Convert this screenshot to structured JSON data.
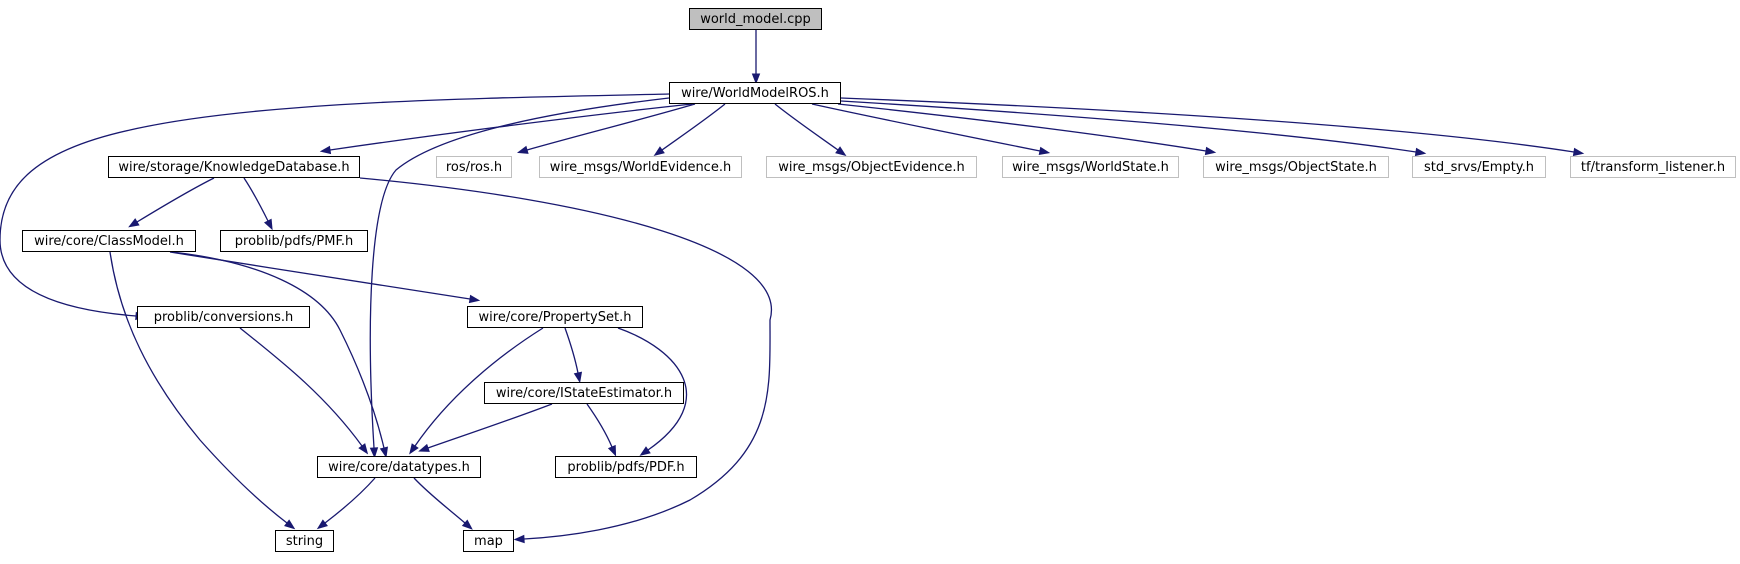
{
  "diagram": {
    "nodes": [
      {
        "id": "world_model",
        "label": "world_model.cpp",
        "kind": "root"
      },
      {
        "id": "worldmodelros",
        "label": "wire/WorldModelROS.h",
        "kind": "solid"
      },
      {
        "id": "kdb",
        "label": "wire/storage/KnowledgeDatabase.h",
        "kind": "solid"
      },
      {
        "id": "rosros",
        "label": "ros/ros.h",
        "kind": "faded"
      },
      {
        "id": "worldevidence",
        "label": "wire_msgs/WorldEvidence.h",
        "kind": "faded"
      },
      {
        "id": "objectevidence",
        "label": "wire_msgs/ObjectEvidence.h",
        "kind": "faded"
      },
      {
        "id": "worldstate",
        "label": "wire_msgs/WorldState.h",
        "kind": "faded"
      },
      {
        "id": "objectstate",
        "label": "wire_msgs/ObjectState.h",
        "kind": "faded"
      },
      {
        "id": "empty",
        "label": "std_srvs/Empty.h",
        "kind": "faded"
      },
      {
        "id": "tf",
        "label": "tf/transform_listener.h",
        "kind": "faded"
      },
      {
        "id": "classmodel",
        "label": "wire/core/ClassModel.h",
        "kind": "solid"
      },
      {
        "id": "pmf",
        "label": "problib/pdfs/PMF.h",
        "kind": "solid"
      },
      {
        "id": "conversions",
        "label": "problib/conversions.h",
        "kind": "solid"
      },
      {
        "id": "propertyset",
        "label": "wire/core/PropertySet.h",
        "kind": "solid"
      },
      {
        "id": "istate",
        "label": "wire/core/IStateEstimator.h",
        "kind": "solid"
      },
      {
        "id": "datatypes",
        "label": "wire/core/datatypes.h",
        "kind": "solid"
      },
      {
        "id": "pdf",
        "label": "problib/pdfs/PDF.h",
        "kind": "solid"
      },
      {
        "id": "string",
        "label": "string",
        "kind": "solid"
      },
      {
        "id": "map",
        "label": "map",
        "kind": "solid"
      }
    ],
    "edges": [
      {
        "from": "world_model",
        "to": "worldmodelros"
      },
      {
        "from": "worldmodelros",
        "to": "kdb"
      },
      {
        "from": "worldmodelros",
        "to": "rosros"
      },
      {
        "from": "worldmodelros",
        "to": "worldevidence"
      },
      {
        "from": "worldmodelros",
        "to": "objectevidence"
      },
      {
        "from": "worldmodelros",
        "to": "worldstate"
      },
      {
        "from": "worldmodelros",
        "to": "objectstate"
      },
      {
        "from": "worldmodelros",
        "to": "empty"
      },
      {
        "from": "worldmodelros",
        "to": "tf"
      },
      {
        "from": "worldmodelros",
        "to": "conversions"
      },
      {
        "from": "worldmodelros",
        "to": "datatypes"
      },
      {
        "from": "kdb",
        "to": "classmodel"
      },
      {
        "from": "kdb",
        "to": "pmf"
      },
      {
        "from": "kdb",
        "to": "map"
      },
      {
        "from": "classmodel",
        "to": "propertyset"
      },
      {
        "from": "classmodel",
        "to": "datatypes"
      },
      {
        "from": "classmodel",
        "to": "string"
      },
      {
        "from": "conversions",
        "to": "datatypes"
      },
      {
        "from": "propertyset",
        "to": "datatypes"
      },
      {
        "from": "propertyset",
        "to": "istate"
      },
      {
        "from": "propertyset",
        "to": "pdf"
      },
      {
        "from": "istate",
        "to": "datatypes"
      },
      {
        "from": "istate",
        "to": "pdf"
      },
      {
        "from": "datatypes",
        "to": "string"
      },
      {
        "from": "datatypes",
        "to": "map"
      }
    ]
  }
}
